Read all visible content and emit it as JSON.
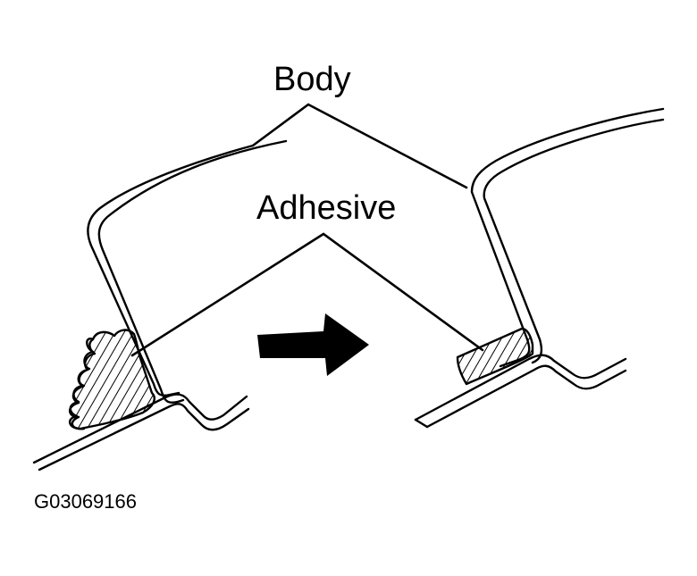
{
  "labels": {
    "body": "Body",
    "adhesive": "Adhesive",
    "figure_code": "G03069166"
  },
  "colors": {
    "ink": "#000000",
    "paper": "#ffffff"
  },
  "icons": {
    "direction": "right-arrow-icon"
  }
}
